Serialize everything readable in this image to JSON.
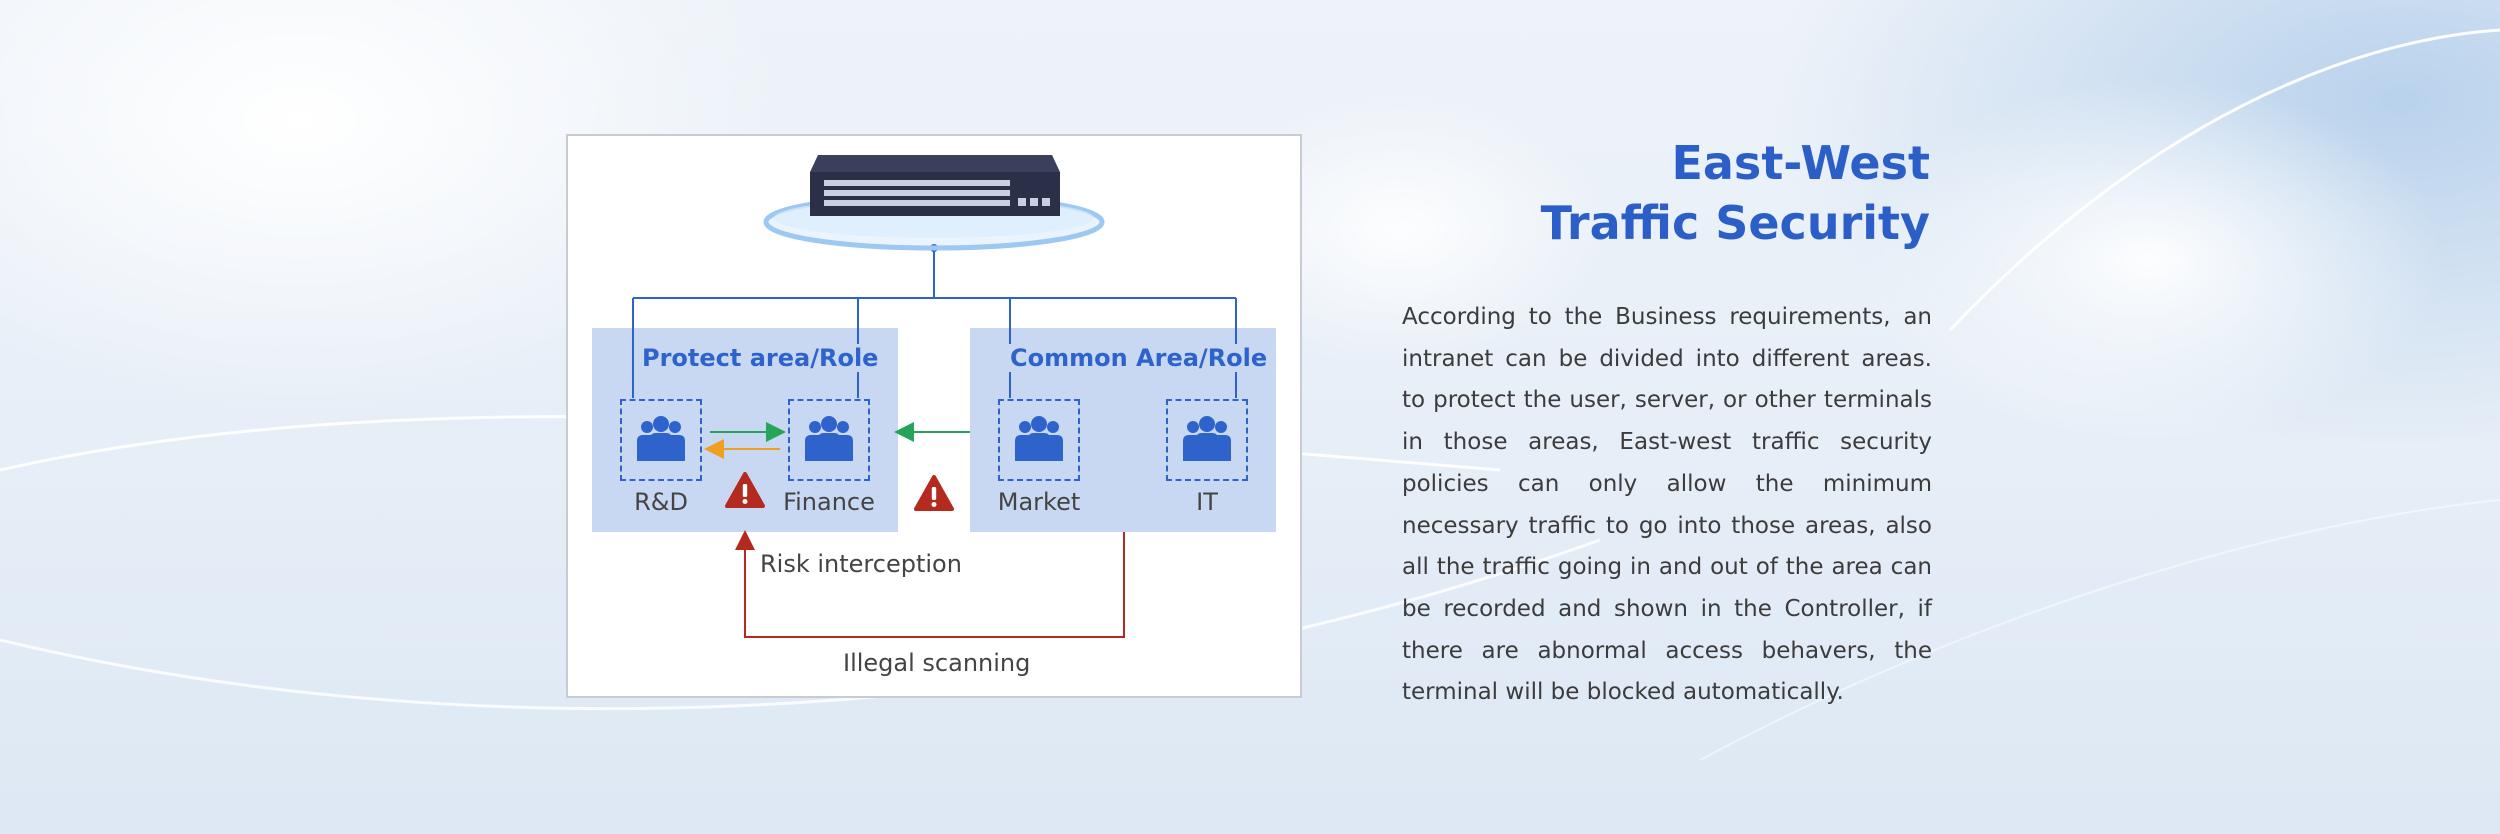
{
  "heading": {
    "line1": "East-West",
    "line2": "Traffic Security"
  },
  "description": "According to the Business requirements, an intranet can be divided into different areas. to protect the user, server, or other terminals in those areas,  East-west traffic security policies can only allow the minimum necessary traffic to go into those areas, also all the traffic going in and out of the area can be recorded and shown in the Controller, if there are abnormal access behavers, the terminal will be blocked automatically.",
  "diagram": {
    "protect_area_label": "Protect area/Role",
    "common_area_label": "Common Area/Role",
    "nodes": {
      "rd": "R&D",
      "finance": "Finance",
      "market": "Market",
      "it": "IT"
    },
    "risk_label": "Risk interception",
    "scan_label": "Illegal scanning"
  },
  "colors": {
    "title_blue": "#2b5fc7",
    "line_blue": "#2f63cc",
    "zone_fill": "#c9d8f2",
    "allow_green": "#27a35a",
    "return_orange": "#f0a020",
    "threat_red": "#b42a1e"
  }
}
